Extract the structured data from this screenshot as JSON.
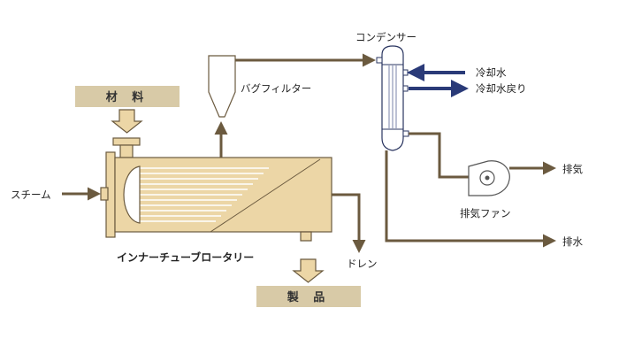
{
  "labels": {
    "material": "材 料",
    "product": "製 品",
    "steam": "スチーム",
    "rotary": "インナーチューブロータリー",
    "drain": "ドレン",
    "bag_filter": "バグフィルター",
    "condenser": "コンデンサー",
    "cooling_water": "冷却水",
    "cooling_water_return": "冷却水戻り",
    "exhaust_fan": "排気ファン",
    "exhaust_gas": "排気",
    "wastewater": "排水"
  },
  "colors": {
    "pipe": "#6b5a3f",
    "equipment_fill": "#ecd6a6",
    "equipment_stroke": "#6b5a3f",
    "label_box": "#d8caa7",
    "arrow_fill": "#ecd6a6",
    "condenser_fill": "#ffffff",
    "condenser_stroke": "#2a3560",
    "cooling_water_arrow": "#2a3a78",
    "fan_fill": "#ffffff"
  }
}
